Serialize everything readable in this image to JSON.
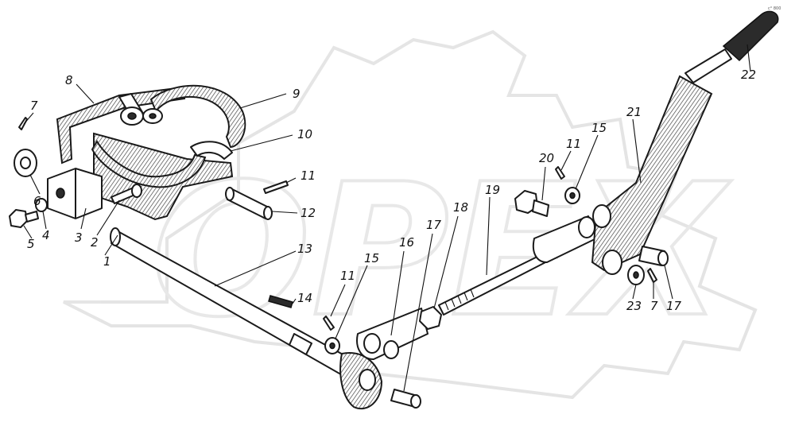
{
  "figure": {
    "corner_tag": "с° 800"
  },
  "watermark": {
    "text": "OPEX"
  },
  "callouts": [
    {
      "id": "1",
      "part": "part-1"
    },
    {
      "id": "2",
      "part": "part-2"
    },
    {
      "id": "3",
      "part": "part-3"
    },
    {
      "id": "4",
      "part": "part-4"
    },
    {
      "id": "5",
      "part": "part-5"
    },
    {
      "id": "6",
      "part": "part-6"
    },
    {
      "id": "7",
      "part": "part-7-left"
    },
    {
      "id": "8",
      "part": "part-8"
    },
    {
      "id": "9",
      "part": "part-9"
    },
    {
      "id": "10",
      "part": "part-10"
    },
    {
      "id": "11",
      "part": "part-11-upper"
    },
    {
      "id": "12",
      "part": "part-12"
    },
    {
      "id": "13",
      "part": "part-13"
    },
    {
      "id": "14",
      "part": "part-14"
    },
    {
      "id": "11",
      "part": "part-11-lower"
    },
    {
      "id": "15",
      "part": "part-15-lower"
    },
    {
      "id": "16",
      "part": "part-16"
    },
    {
      "id": "17",
      "part": "part-17-lower"
    },
    {
      "id": "18",
      "part": "part-18"
    },
    {
      "id": "19",
      "part": "part-19"
    },
    {
      "id": "20",
      "part": "part-20"
    },
    {
      "id": "11",
      "part": "part-11-right"
    },
    {
      "id": "15",
      "part": "part-15-right"
    },
    {
      "id": "21",
      "part": "part-21"
    },
    {
      "id": "22",
      "part": "part-22"
    },
    {
      "id": "23",
      "part": "part-23"
    },
    {
      "id": "7",
      "part": "part-7-right"
    },
    {
      "id": "17",
      "part": "part-17-right"
    }
  ]
}
